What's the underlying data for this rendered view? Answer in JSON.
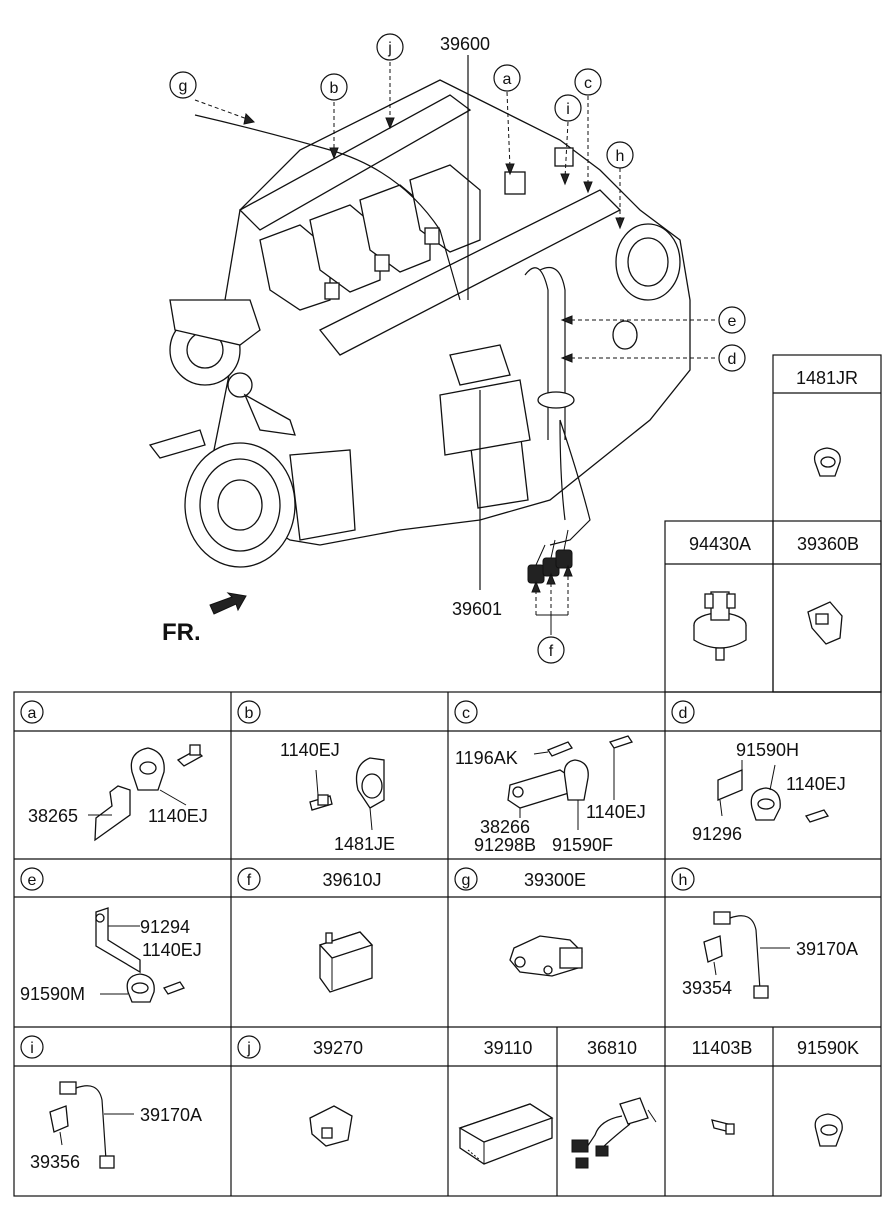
{
  "fr_label": "FR.",
  "main": {
    "callout_letters": [
      "a",
      "b",
      "c",
      "d",
      "e",
      "f",
      "g",
      "h",
      "i",
      "j"
    ],
    "part_numbers": [
      "39600",
      "39601"
    ]
  },
  "side_boxes": [
    {
      "label": "1481JR"
    },
    {
      "label": "94430A"
    },
    {
      "label": "39360B"
    }
  ],
  "grid": {
    "row1": [
      {
        "letter": "a",
        "parts": [
          "38265",
          "1140EJ"
        ]
      },
      {
        "letter": "b",
        "parts": [
          "1140EJ",
          "1481JE"
        ]
      },
      {
        "letter": "c",
        "parts": [
          "1196AK",
          "1140EJ",
          "38266",
          "91298B",
          "91590F"
        ]
      },
      {
        "letter": "d",
        "parts": [
          "91590H",
          "1140EJ",
          "91296"
        ]
      }
    ],
    "row2": [
      {
        "letter": "e",
        "parts": [
          "91294",
          "1140EJ",
          "91590M"
        ]
      },
      {
        "letter": "f",
        "header": "39610J"
      },
      {
        "letter": "g",
        "header": "39300E"
      },
      {
        "letter": "h",
        "parts": [
          "39170A",
          "39354"
        ]
      }
    ],
    "row3": [
      {
        "letter": "i",
        "parts": [
          "39170A",
          "39356"
        ]
      },
      {
        "letter": "j",
        "header": "39270"
      },
      {
        "header": "39110"
      },
      {
        "header": "36810"
      },
      {
        "header": "11403B"
      },
      {
        "header": "91590K"
      }
    ]
  }
}
